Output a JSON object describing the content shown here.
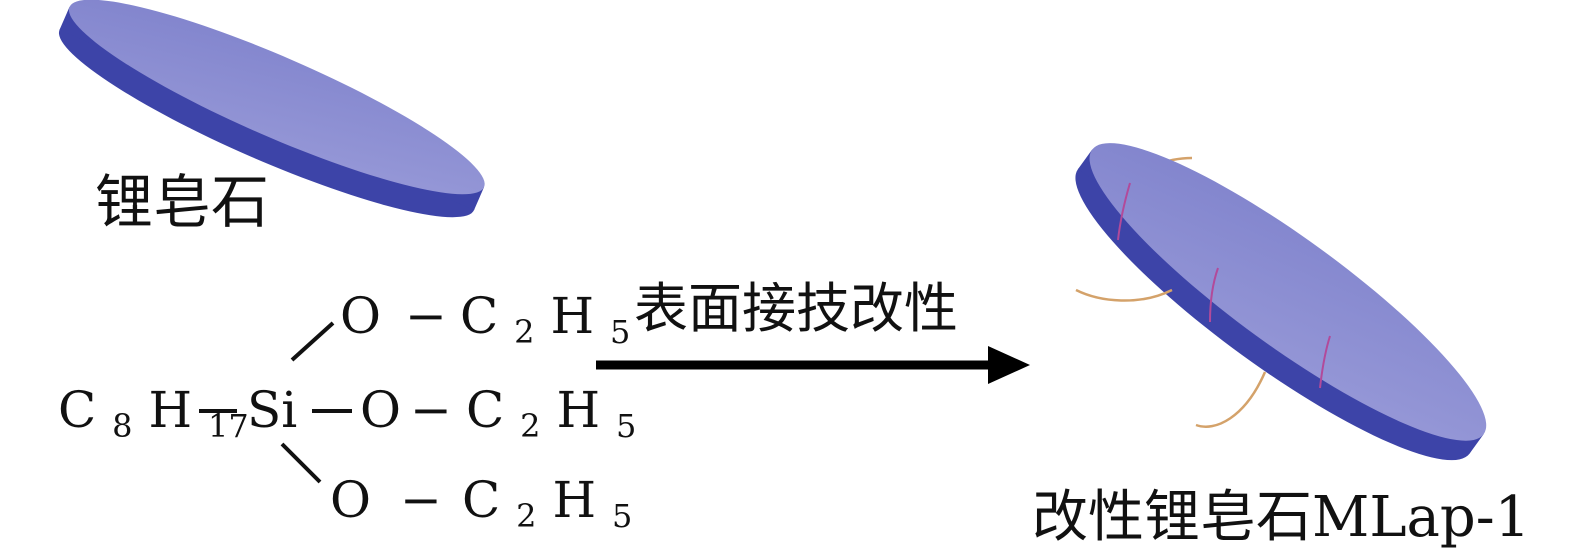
{
  "labels": {
    "laponite": "锂皂石",
    "process": "表面接技改性",
    "modified": "改性锂皂石MLap-1"
  },
  "molecule": {
    "chain": {
      "main": "C",
      "sub1": "8",
      "main2": "H",
      "sub2": "17"
    },
    "center": "Si",
    "ethoxy": [
      {
        "o": "O",
        "dash": "−",
        "c": "C",
        "c_sub": "2",
        "h": "H",
        "h_sub": "5"
      },
      {
        "o": "O",
        "dash": "−",
        "c": "C",
        "c_sub": "2",
        "h": "H",
        "h_sub": "5"
      },
      {
        "o": "O",
        "dash": "−",
        "c": "C",
        "c_sub": "2",
        "h": "H",
        "h_sub": "5"
      }
    ]
  },
  "colors": {
    "disc_top": "#8a8cd2",
    "disc_side": "#3d44a8",
    "graft_chain": "#d4a26a",
    "graft_on_disc": "#b24a9a",
    "arrow": "#000000"
  }
}
